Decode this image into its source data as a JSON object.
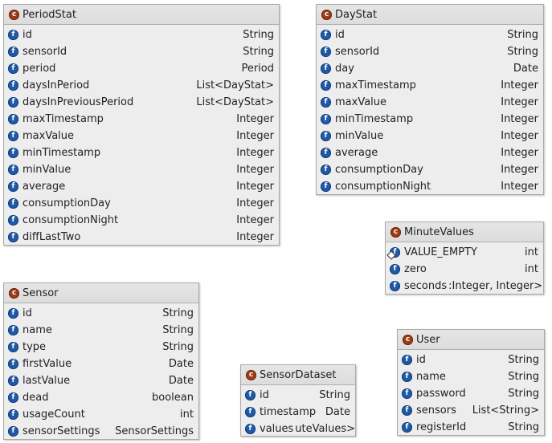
{
  "classes": {
    "PeriodStat": {
      "title": "PeriodStat",
      "fields": [
        {
          "name": "id",
          "type": "String"
        },
        {
          "name": "sensorId",
          "type": "String"
        },
        {
          "name": "period",
          "type": "Period"
        },
        {
          "name": "daysInPeriod",
          "type": "List<DayStat>"
        },
        {
          "name": "daysInPreviousPeriod",
          "type": "List<DayStat>"
        },
        {
          "name": "maxTimestamp",
          "type": "Integer"
        },
        {
          "name": "maxValue",
          "type": "Integer"
        },
        {
          "name": "minTimestamp",
          "type": "Integer"
        },
        {
          "name": "minValue",
          "type": "Integer"
        },
        {
          "name": "average",
          "type": "Integer"
        },
        {
          "name": "consumptionDay",
          "type": "Integer"
        },
        {
          "name": "consumptionNight",
          "type": "Integer"
        },
        {
          "name": "diffLastTwo",
          "type": "Integer"
        }
      ]
    },
    "DayStat": {
      "title": "DayStat",
      "fields": [
        {
          "name": "id",
          "type": "String"
        },
        {
          "name": "sensorId",
          "type": "String"
        },
        {
          "name": "day",
          "type": "Date"
        },
        {
          "name": "maxTimestamp",
          "type": "Integer"
        },
        {
          "name": "maxValue",
          "type": "Integer"
        },
        {
          "name": "minTimestamp",
          "type": "Integer"
        },
        {
          "name": "minValue",
          "type": "Integer"
        },
        {
          "name": "average",
          "type": "Integer"
        },
        {
          "name": "consumptionDay",
          "type": "Integer"
        },
        {
          "name": "consumptionNight",
          "type": "Integer"
        }
      ]
    },
    "MinuteValues": {
      "title": "MinuteValues",
      "fields": [
        {
          "name": "VALUE_EMPTY",
          "type": "int"
        },
        {
          "name": "zero",
          "type": "int"
        },
        {
          "name": "seconds",
          "type": ":Integer, Integer>"
        }
      ]
    },
    "Sensor": {
      "title": "Sensor",
      "fields": [
        {
          "name": "id",
          "type": "String"
        },
        {
          "name": "name",
          "type": "String"
        },
        {
          "name": "type",
          "type": "String"
        },
        {
          "name": "firstValue",
          "type": "Date"
        },
        {
          "name": "lastValue",
          "type": "Date"
        },
        {
          "name": "dead",
          "type": "boolean"
        },
        {
          "name": "usageCount",
          "type": "int"
        },
        {
          "name": "sensorSettings",
          "type": "SensorSettings"
        }
      ]
    },
    "SensorDataset": {
      "title": "SensorDataset",
      "fields": [
        {
          "name": "id",
          "type": "String"
        },
        {
          "name": "timestamp",
          "type": "Date"
        },
        {
          "name": "values",
          "type": "uteValues>"
        }
      ]
    },
    "User": {
      "title": "User",
      "fields": [
        {
          "name": "id",
          "type": "String"
        },
        {
          "name": "name",
          "type": "String"
        },
        {
          "name": "password",
          "type": "String"
        },
        {
          "name": "sensors",
          "type": "List<String>"
        },
        {
          "name": "registerId",
          "type": "String"
        }
      ]
    }
  }
}
